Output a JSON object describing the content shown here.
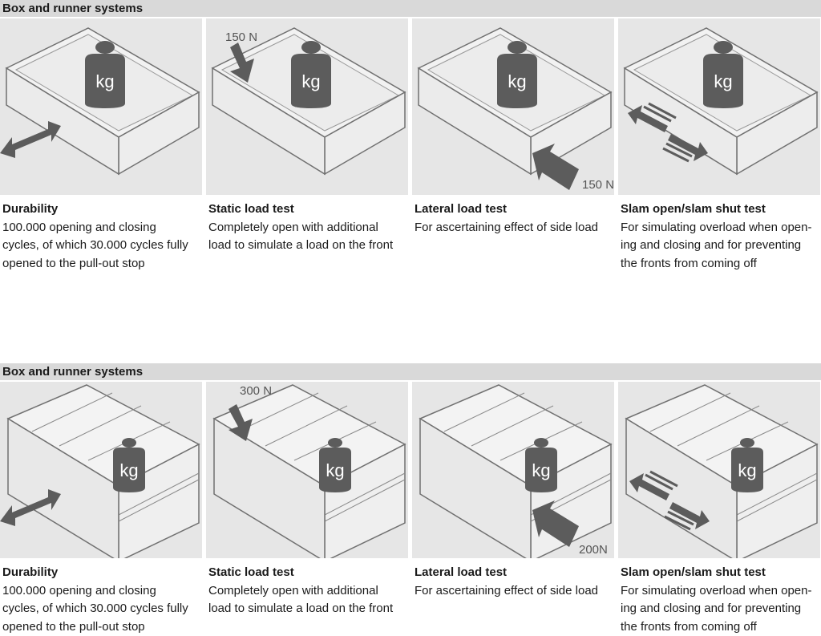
{
  "sections": [
    {
      "header": "Box and runner systems",
      "tests": [
        {
          "title": "Durability",
          "lines": [
            "100.000 opening and closing",
            "cycles, of which 30.000 cycles fully",
            "opened to the pull-out stop"
          ],
          "weight_label": "kg"
        },
        {
          "title": "Static load test",
          "lines": [
            "Completely open with additional",
            "load to simulate a load on the front"
          ],
          "weight_label": "kg",
          "load_label": "150 N"
        },
        {
          "title": "Lateral load test",
          "lines": [
            "For ascertaining effect of side load"
          ],
          "weight_label": "kg",
          "load_label": "150 N"
        },
        {
          "title": "Slam open/slam shut test",
          "lines": [
            "For simulating overload when open-",
            "ing and closing and for preventing",
            "the fronts from coming off"
          ],
          "weight_label": "kg"
        }
      ]
    },
    {
      "header": "Box and runner systems",
      "tests": [
        {
          "title": "Durability",
          "lines": [
            "100.000 opening and closing",
            "cycles, of which 30.000 cycles fully",
            "opened to the pull-out stop"
          ],
          "weight_label": "kg"
        },
        {
          "title": "Static load test",
          "lines": [
            "Completely open with additional",
            "load to simulate a load on the front"
          ],
          "weight_label": "kg",
          "load_label": "300 N"
        },
        {
          "title": "Lateral load test",
          "lines": [
            "For ascertaining effect of side load"
          ],
          "weight_label": "kg",
          "load_label": "200N"
        },
        {
          "title": "Slam open/slam shut test",
          "lines": [
            "For simulating overload when open-",
            "ing and closing and for preventing",
            "the fronts from coming off"
          ],
          "weight_label": "kg"
        }
      ]
    }
  ]
}
